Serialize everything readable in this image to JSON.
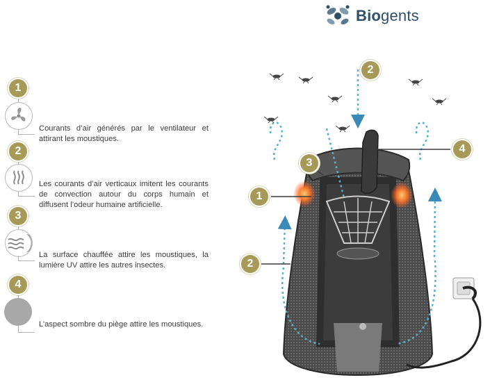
{
  "brand": {
    "name_bold": "Bio",
    "name_rest": "gents"
  },
  "legend": [
    {
      "number": "1",
      "icon": "fan-icon",
      "text": "Courants d’air générés par le ventilateur et attirant les moustiques."
    },
    {
      "number": "2",
      "icon": "heat-waves-icon",
      "text": "Les courants d’air verticaux imitent les courants de convection autour du corps humain et diffusent l’odeur humaine artificielle."
    },
    {
      "number": "3",
      "icon": "heated-surface-uv-icon",
      "text": "La surface chauffée attire les moustiques, la lumière UV attire les autres insectes."
    },
    {
      "number": "4",
      "icon": "dark-circle-icon",
      "text": "L’aspect sombre du piège attire les moustiques."
    }
  ],
  "callouts": [
    "1",
    "2",
    "2",
    "3",
    "4"
  ],
  "colors": {
    "badge": "#a79a58",
    "brand": "#2f4f66",
    "airflow": "#5ab0c8",
    "glow": "#ff6a2a",
    "trap": "#3a3a3a"
  }
}
